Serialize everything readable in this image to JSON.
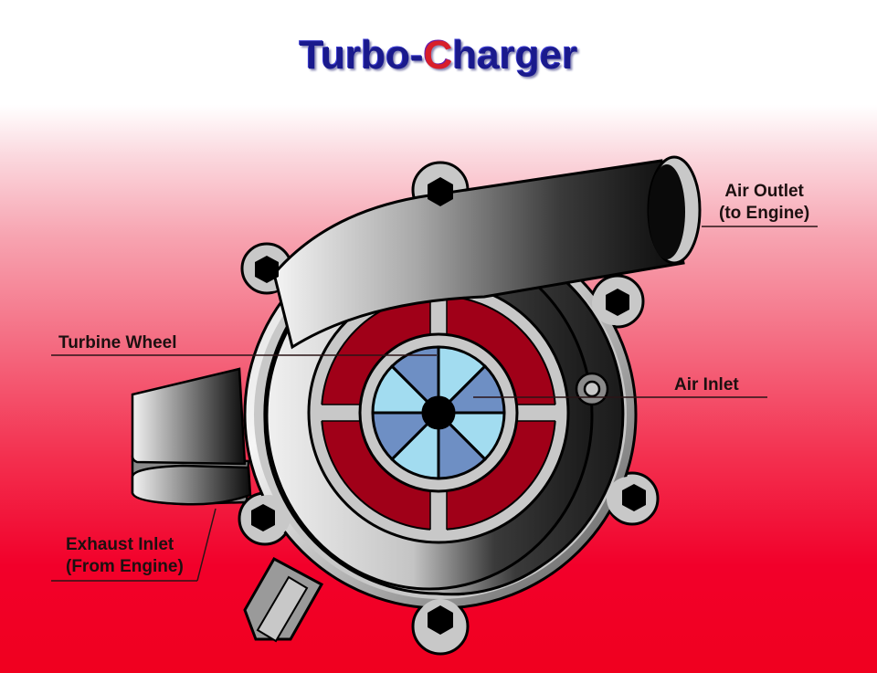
{
  "title": {
    "part1": "Turbo-",
    "accent": "C",
    "part2": "harger",
    "color": "#1a1a8c",
    "accent_color": "#d81e2a"
  },
  "labels": {
    "air_outlet": {
      "line1": "Air Outlet",
      "line2": "(to Engine)"
    },
    "turbine_wheel": {
      "line1": "Turbine Wheel"
    },
    "air_inlet": {
      "line1": "Air Inlet"
    },
    "exhaust_inlet": {
      "line1": "Exhaust Inlet",
      "line2": "(From Engine)"
    }
  },
  "colors": {
    "background_top": "#ffffff",
    "background_bottom": "#f0001f",
    "housing_gray": "#c8c8c8",
    "ring_red": "#a00018",
    "blade_light_blue": "#a2dcf0",
    "blade_dark_blue": "#6e8fc4",
    "outline": "#000000"
  },
  "diagram": {
    "bolt_count": 6,
    "blade_count": 8
  }
}
